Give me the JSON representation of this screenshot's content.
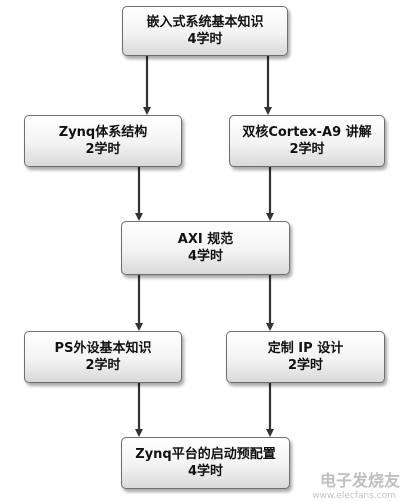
{
  "diagram": {
    "nodes": {
      "embedded_basics": {
        "title": "嵌入式系统基本知识",
        "hours": "4学时"
      },
      "zynq_architecture": {
        "title": "Zynq体系结构",
        "hours": "2学时"
      },
      "cortex_a9": {
        "title": "双核Cortex-A9 讲解",
        "hours": "2学时"
      },
      "axi_spec": {
        "title": "AXI 规范",
        "hours": "4学时"
      },
      "ps_peripherals": {
        "title": "PS外设基本知识",
        "hours": "2学时"
      },
      "custom_ip": {
        "title": "定制 IP 设计",
        "hours": "2学时"
      },
      "zynq_boot": {
        "title": "Zynq平台的启动预配置",
        "hours": "4学时"
      }
    },
    "edges": [
      {
        "from": "embedded_basics",
        "to": "zynq_architecture"
      },
      {
        "from": "embedded_basics",
        "to": "cortex_a9"
      },
      {
        "from": "zynq_architecture",
        "to": "axi_spec"
      },
      {
        "from": "cortex_a9",
        "to": "axi_spec"
      },
      {
        "from": "axi_spec",
        "to": "ps_peripherals"
      },
      {
        "from": "axi_spec",
        "to": "custom_ip"
      },
      {
        "from": "ps_peripherals",
        "to": "zynq_boot"
      },
      {
        "from": "custom_ip",
        "to": "zynq_boot"
      }
    ],
    "colors": {
      "arrow": "#333333",
      "border": "#6e6e6e",
      "gradient_bottom": "#d9d9d9"
    }
  },
  "watermark": {
    "logo": "电子发烧友",
    "url": "www.elecfans.com"
  }
}
